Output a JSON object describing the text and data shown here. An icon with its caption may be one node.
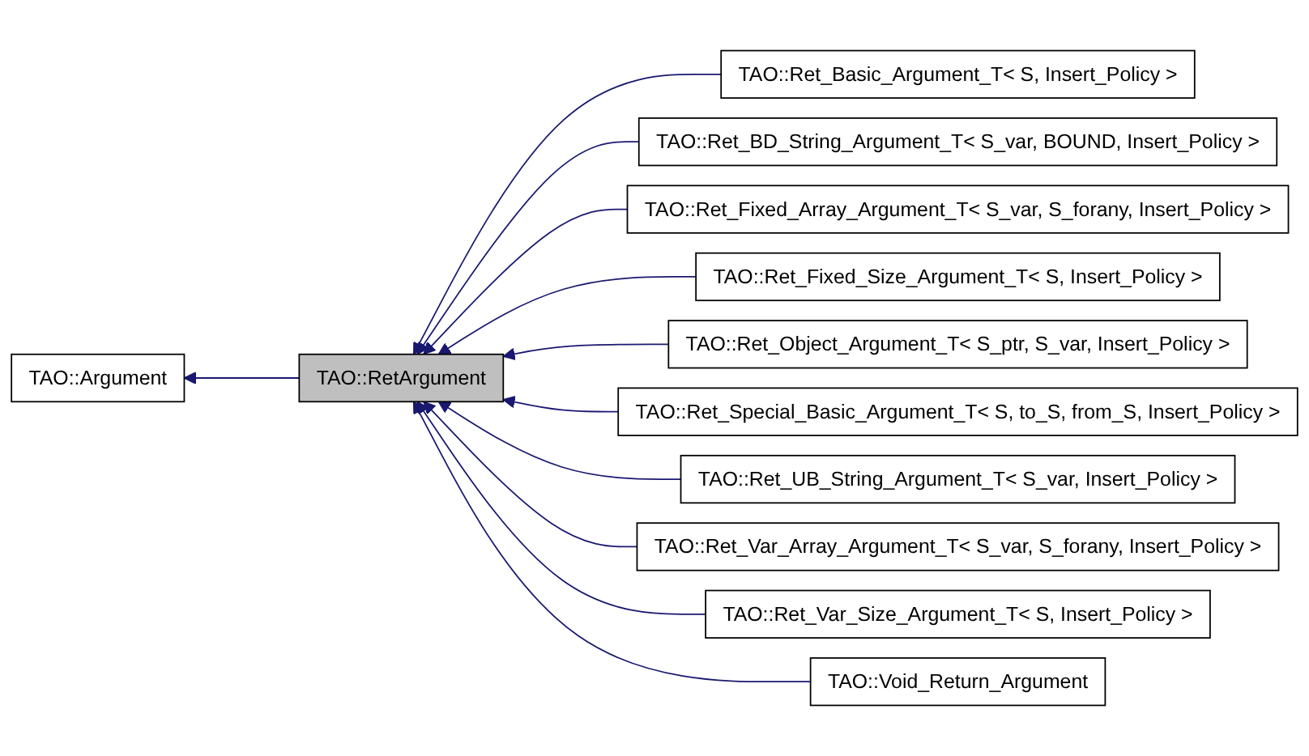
{
  "diagram": {
    "nodes": [
      {
        "text": [
          "TAO::Argument"
        ]
      },
      {
        "text": [
          "TAO::RetArgument"
        ]
      },
      {
        "text": [
          "TAO::Ret_Basic_Argument_T< S, Insert_Policy >"
        ]
      },
      {
        "text": [
          "TAO::Ret_BD_String_Argument_T< S_var, BOUND, Insert_Policy >"
        ]
      },
      {
        "text": [
          "TAO::Ret_Fixed_Array_Argument_T< S_var, S_forany, Insert_Policy >"
        ]
      },
      {
        "text": [
          "TAO::Ret_Fixed_Size_Argument_T< S, Insert_Policy >"
        ]
      },
      {
        "text": [
          "TAO::Ret_Object_Argument_T< S_ptr, S_var, Insert_Policy >"
        ]
      },
      {
        "text": [
          "TAO::Ret_Special_Basic_Argument_T< S, to_S, from_S, Insert_Policy >"
        ]
      },
      {
        "text": [
          "TAO::Ret_UB_String_Argument_T< S_var, Insert_Policy >"
        ]
      },
      {
        "text": [
          "TAO::Ret_Var_Array_Argument_T< S_var, S_forany, Insert_Policy >"
        ]
      },
      {
        "text": [
          "TAO::Ret_Var_Size_Argument_T< S, Insert_Policy >"
        ]
      },
      {
        "text": [
          "TAO::Void_Return_Argument"
        ]
      }
    ],
    "edges": [
      {
        "from": 1,
        "to": 0,
        "arrow": "to"
      },
      {
        "from": 2,
        "to": 1,
        "arrow": "to"
      },
      {
        "from": 3,
        "to": 1,
        "arrow": "to"
      },
      {
        "from": 4,
        "to": 1,
        "arrow": "to"
      },
      {
        "from": 5,
        "to": 1,
        "arrow": "to"
      },
      {
        "from": 6,
        "to": 1,
        "arrow": "to"
      },
      {
        "from": 7,
        "to": 1,
        "arrow": "to"
      },
      {
        "from": 8,
        "to": 1,
        "arrow": "to"
      },
      {
        "from": 9,
        "to": 1,
        "arrow": "to"
      },
      {
        "from": 10,
        "to": 1,
        "arrow": "to"
      },
      {
        "from": 11,
        "to": 1,
        "arrow": "to"
      }
    ]
  }
}
